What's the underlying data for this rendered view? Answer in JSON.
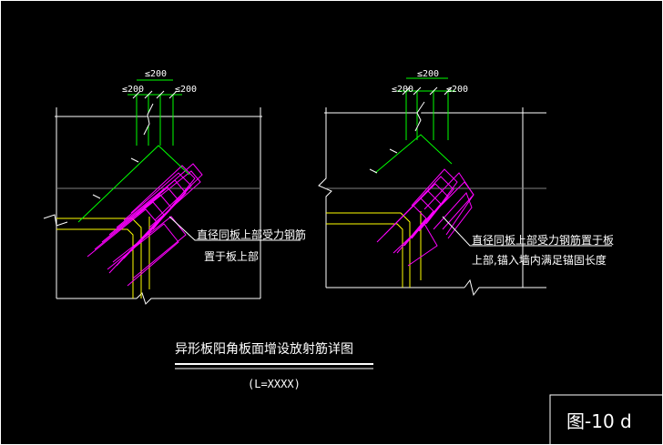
{
  "left_detail": {
    "dim_top": "≤200",
    "dim_left": "≤200",
    "dim_right": "≤200",
    "note_line1": "直径同板上部受力钢筋",
    "note_line2": "置于板上部"
  },
  "right_detail": {
    "dim_top": "≤200",
    "dim_left": "≤200",
    "dim_right": "≤200",
    "note_line1": "直径同板上部受力钢筋置于板",
    "note_line2": "上部,锚入墙内满足锚固长度"
  },
  "title": {
    "main": "异形板阳角板面增设放射筋详图",
    "sub": "(L=XXXX)"
  },
  "figure_label": "图-10 d",
  "colors": {
    "background": "#000000",
    "outline": "#ffffff",
    "rebar": "#ff00ff",
    "beam": "#ffff00",
    "dimension": "#00ff00",
    "axis": "#808080"
  }
}
